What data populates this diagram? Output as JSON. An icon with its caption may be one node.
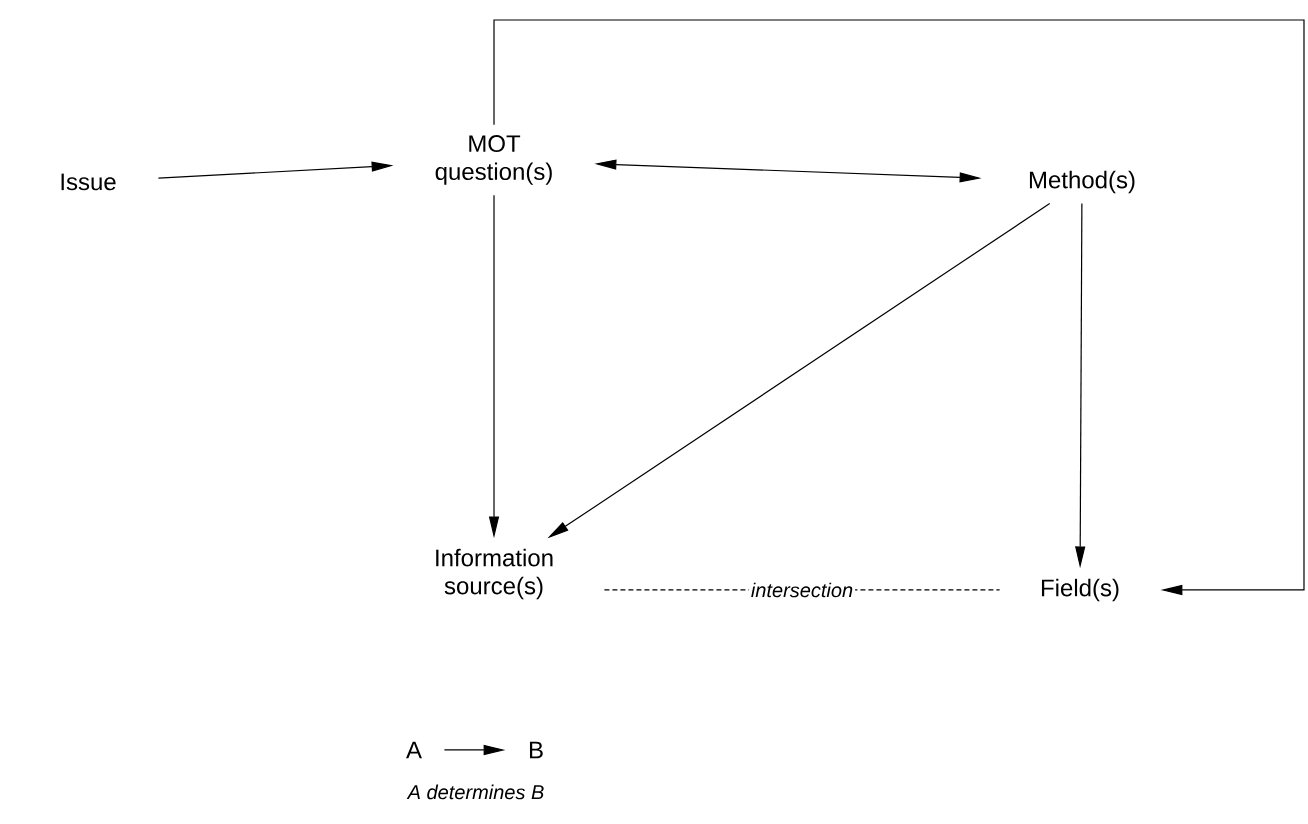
{
  "diagram": {
    "nodes": [
      {
        "text": [
          "Issue"
        ]
      },
      {
        "text": [
          "MOT question(s)"
        ]
      },
      {
        "text": [
          "Method(s)"
        ]
      },
      {
        "text": [
          "Information source(s)"
        ]
      },
      {
        "text": [
          "Field(s)"
        ]
      },
      {
        "text": [
          "A"
        ]
      },
      {
        "text": [
          "B"
        ]
      }
    ],
    "edges": [
      {
        "from": 0,
        "to": 1,
        "arrow": "to"
      },
      {
        "from": 1,
        "to": 2,
        "arrow": "both"
      },
      {
        "from": 1,
        "to": 3,
        "arrow": "to"
      },
      {
        "from": 2,
        "to": 3,
        "arrow": "to"
      },
      {
        "from": 2,
        "to": 4,
        "arrow": "to"
      },
      {
        "from": 3,
        "to": 4,
        "arrow": "none",
        "style": "dashed",
        "label": "intersection"
      },
      {
        "from": 1,
        "to": 4,
        "arrow": "to"
      },
      {
        "from": 5,
        "to": 6,
        "arrow": "to"
      }
    ],
    "labels": [
      "A determines B"
    ]
  }
}
